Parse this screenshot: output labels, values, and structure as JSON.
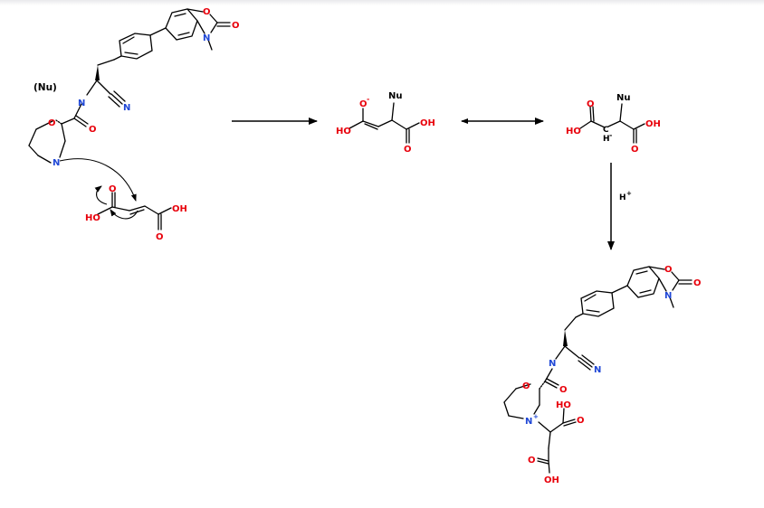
{
  "colors": {
    "bond": "#000000",
    "oxygen": "#e8000b",
    "nitrogen": "#1f47d6",
    "background": "#ffffff"
  },
  "scheme": {
    "nucleophile_tag": "(Nu)",
    "start_molecule": {
      "atoms": {
        "N_amide": "N",
        "N_nitrile": "N",
        "N_ring": "N",
        "O_ring": "O",
        "O_amide": "O",
        "O_bz_ring": "O",
        "O_bz_carbonyl": "O",
        "N_bz": "N"
      }
    },
    "maleic_acid": {
      "labels": {
        "ho_left": "HO",
        "o_top": "O",
        "oh_right": "OH",
        "o_bottom": "O"
      }
    },
    "enolate_intermediate": {
      "labels": {
        "nu": "Nu",
        "o_minus": "O",
        "minus": "-",
        "ho": "HO",
        "oh": "OH",
        "o": "O"
      }
    },
    "carbanion_intermediate": {
      "labels": {
        "nu": "Nu",
        "o": "O",
        "ho": "HO",
        "c": "C",
        "h": "H",
        "minus": "-",
        "oh": "OH",
        "o2": "O"
      }
    },
    "protonation": {
      "reagent": "H",
      "charge": "+"
    },
    "product": {
      "atoms": {
        "N_amide": "N",
        "N_nitrile": "N",
        "O_ring": "O",
        "O_amide": "O",
        "N_plus": "N",
        "plus": "+",
        "ho_upper": "HO",
        "o_upper": "O",
        "o_lower": "O",
        "oh_lower": "OH",
        "O_bz_ring": "O",
        "O_bz_carbonyl": "O",
        "N_bz": "N"
      }
    }
  }
}
